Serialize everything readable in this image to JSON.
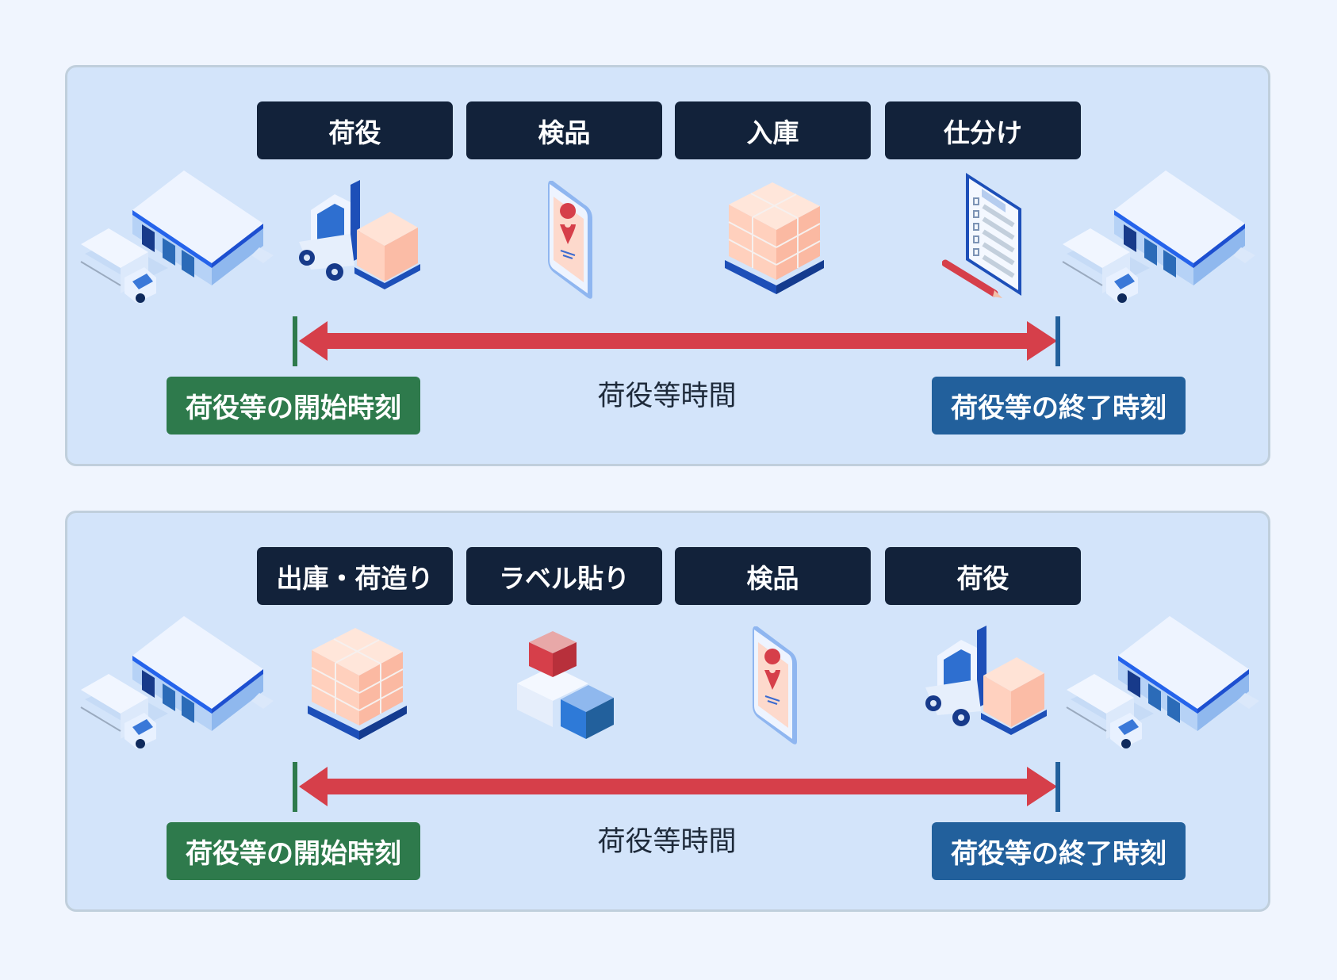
{
  "colors": {
    "step_bg": "#12223a",
    "start": "#2e7a4c",
    "end": "#22609c",
    "arrow": "#d63f4a"
  },
  "panels": [
    {
      "steps": [
        "荷役",
        "検品",
        "入庫",
        "仕分け"
      ],
      "start_label": "荷役等の開始時刻",
      "end_label": "荷役等の終了時刻",
      "duration_label": "荷役等時間",
      "icons": [
        "warehouse-icon",
        "forklift-icon",
        "smartphone-location-icon",
        "pallet-boxes-icon",
        "clipboard-checklist-icon",
        "warehouse-icon"
      ]
    },
    {
      "steps": [
        "出庫・荷造り",
        "ラベル貼り",
        "検品",
        "荷役"
      ],
      "start_label": "荷役等の開始時刻",
      "end_label": "荷役等の終了時刻",
      "duration_label": "荷役等時間",
      "icons": [
        "warehouse-icon",
        "pallet-boxes-icon",
        "labeled-boxes-icon",
        "smartphone-location-icon",
        "forklift-icon",
        "warehouse-icon"
      ]
    }
  ]
}
